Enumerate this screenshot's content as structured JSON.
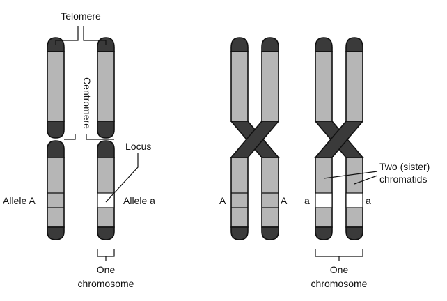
{
  "colors": {
    "arm_fill": "#b6b6b6",
    "tip_fill": "#3a3a3a",
    "centromere_fill": "#3a3a3a",
    "allele_a_fill": "#ffffff",
    "outline": "#111111"
  },
  "labels": {
    "telomere": "Telomere",
    "centromere": "Centromere",
    "locus": "Locus",
    "allele_A": "Allele A",
    "allele_a": "Allele a",
    "A_left": "A",
    "A_right": "A",
    "a_left": "a",
    "a_right": "a",
    "sister_line1": "Two (sister)",
    "sister_line2": "chromatids",
    "one_chromosome_left_1": "One",
    "one_chromosome_left_2": "chromosome",
    "one_chromosome_right_1": "One",
    "one_chromosome_right_2": "chromosome"
  }
}
